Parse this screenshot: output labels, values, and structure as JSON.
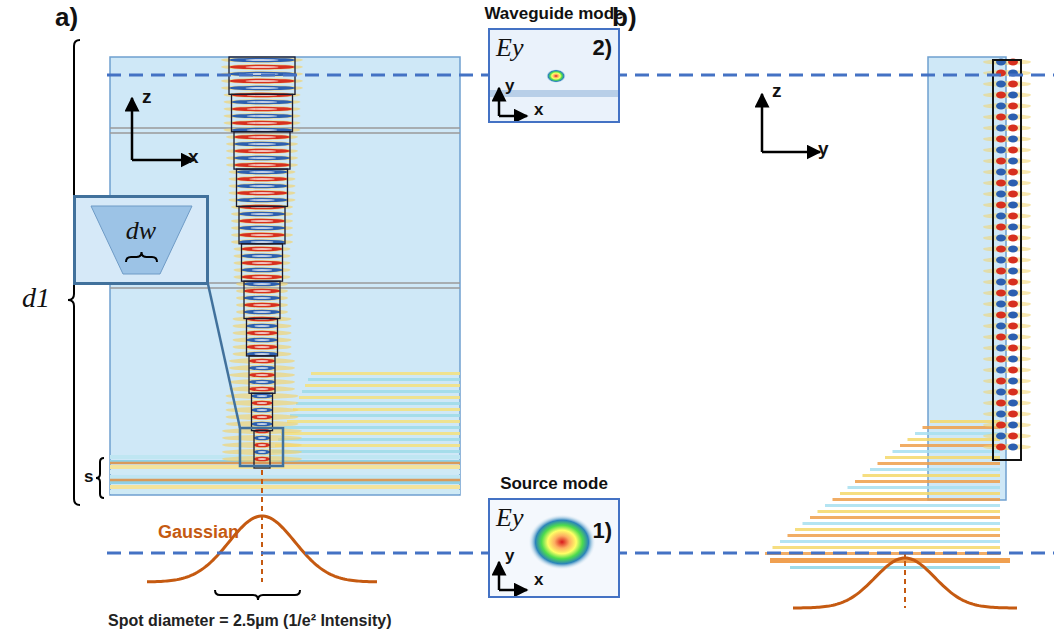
{
  "diagram": {
    "nodes": [
      {
        "text": [
          "Waveguide mode",
          "Ey",
          "2)",
          "y",
          "x"
        ]
      },
      {
        "text": [
          "dw"
        ]
      },
      {
        "text": [
          "Source mode",
          "Ey",
          "1)",
          "y",
          "x"
        ]
      }
    ],
    "labels": [
      "a)",
      "b)",
      "z",
      "x",
      "d1",
      "s",
      "Gaussian",
      "Spot diameter = 2.5µm (1/e² Intensity)",
      "z",
      "y"
    ]
  }
}
